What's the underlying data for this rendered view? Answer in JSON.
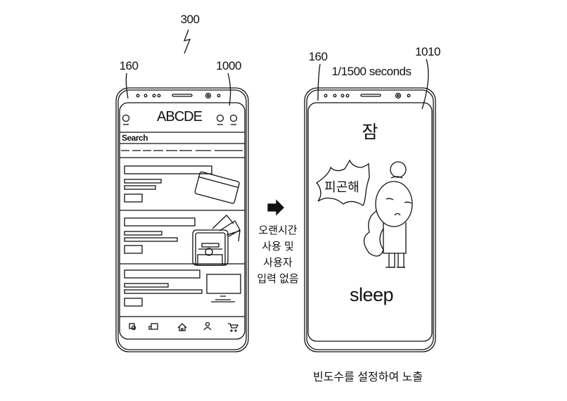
{
  "figure": {
    "ref_main": "300",
    "left_phone": {
      "ref_camera": "160",
      "ref_screen": "1000",
      "app_title": "ABCDE",
      "search_label": "Search",
      "nav_icons": [
        "search-doc-icon",
        "delivery-truck-icon",
        "home-icon",
        "person-icon",
        "cart-icon"
      ]
    },
    "transition": {
      "arrow_icon": "right-arrow-icon",
      "condition_lines": [
        "오랜시간",
        "사용 및",
        "사용자",
        "입력 없음"
      ]
    },
    "right_phone": {
      "ref_camera": "160",
      "ref_screen": "1010",
      "exposure_label": "1/1500 seconds",
      "title_korean": "잠",
      "speech_bubble": "피곤해",
      "word": "sleep"
    },
    "caption": "빈도수를 설정하여 노출"
  }
}
